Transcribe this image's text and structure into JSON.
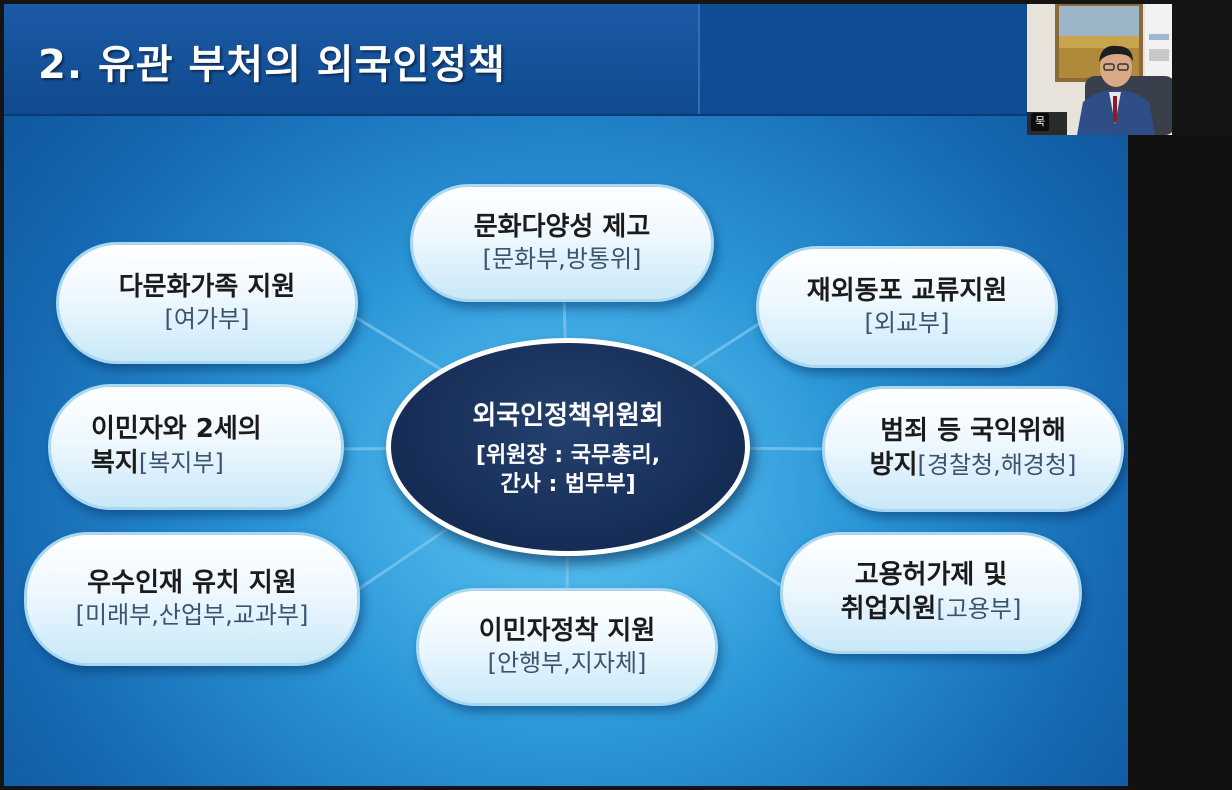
{
  "slide": {
    "title": "2. 유관 부처의 외국인정책",
    "center": {
      "title": "외국인정책위원회",
      "line1": "[위원장 : 국무총리,",
      "line2": "간사 : 법무부]"
    },
    "nodes": {
      "culture_diversity": {
        "title": "문화다양성 제고",
        "sub": "[문화부,방통위]"
      },
      "multicultural_family": {
        "title": "다문화가족 지원",
        "sub": "[여가부]"
      },
      "overseas_koreans": {
        "title": "재외동포 교류지원",
        "sub": "[외교부]"
      },
      "immigrant_welfare": {
        "line1": "이민자와 2세의",
        "line2_main": "복지",
        "line2_sub": "[복지부]"
      },
      "crime_prevention": {
        "line1": "범죄 등 국익위해",
        "line2_main": "방지",
        "line2_sub": "[경찰청,해경청]"
      },
      "talent_attraction": {
        "title": "우수인재 유치 지원",
        "sub": "[미래부,산업부,교과부]"
      },
      "employment_permit": {
        "line1": "고용허가제 및",
        "line2_main": "취업지원",
        "line2_sub": "[고용부]"
      },
      "immigrant_settlement": {
        "title": "이민자정착 지원",
        "sub": "[안행부,지자체]"
      }
    }
  },
  "webcam": {
    "name_label": "묵"
  },
  "colors": {
    "title_bar": "#104a8e",
    "slide_bg": "#2a95d6",
    "center_fill": "#152c55",
    "bubble_fill": "#eef8ff"
  }
}
